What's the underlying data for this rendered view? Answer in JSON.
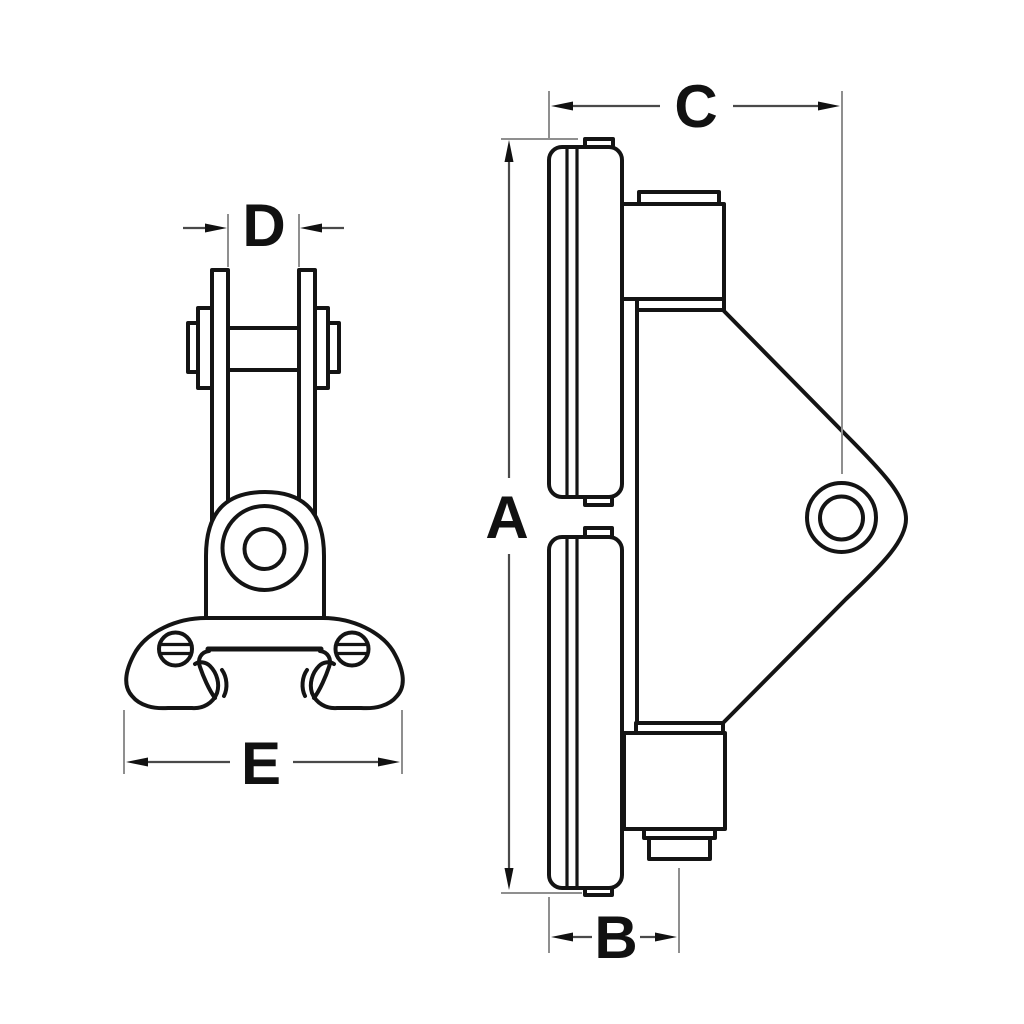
{
  "drawing": {
    "type": "technical-diagram",
    "subject": "track-slide-hardware-two-view-drawing",
    "views": {
      "front": {
        "name": "front-view"
      },
      "side": {
        "name": "side-view"
      }
    },
    "dimensions": {
      "A": "A",
      "B": "B",
      "C": "C",
      "D": "D",
      "E": "E"
    },
    "colors": {
      "outline": "#141414",
      "dimension_line": "#4a4a4a",
      "extension_line": "#8f8f8f",
      "label": "#111111",
      "background": "#ffffff"
    }
  }
}
